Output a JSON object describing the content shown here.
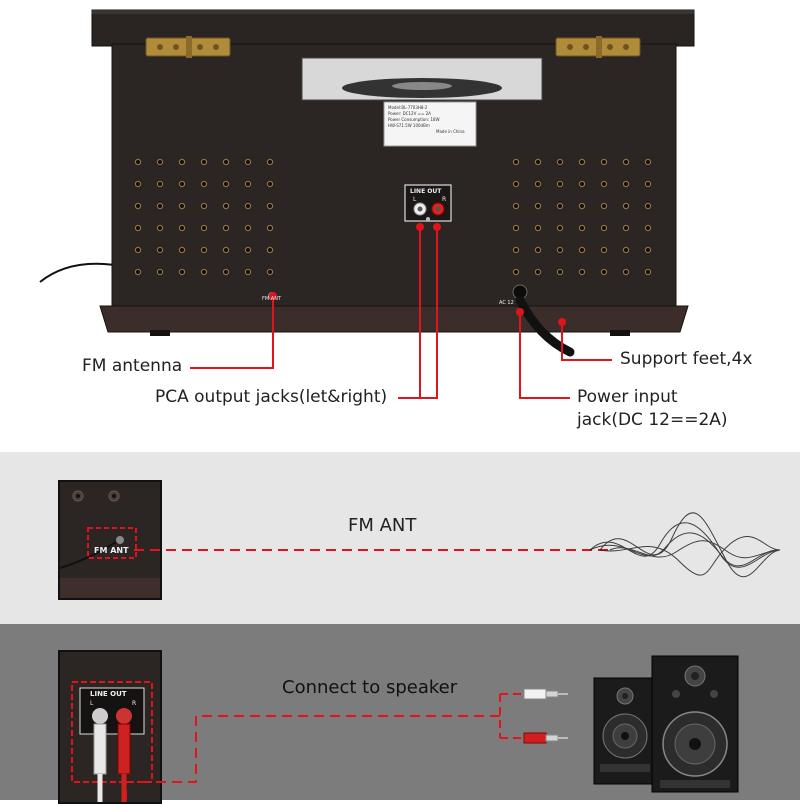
{
  "callouts": {
    "fm_antenna": "FM antenna",
    "output_jacks": "PCA output jacks(let&right)",
    "support_feet": "Support feet,4x",
    "power_line1": "Power input",
    "power_line2": "jack(DC 12==2A)"
  },
  "panel_labels": {
    "line_out": "LINE OUT",
    "left": "L",
    "right": "R",
    "fm_ant_small": "FM ANT",
    "ac_in": "AC 12"
  },
  "rating_label": {
    "lines": [
      "Model:BL-7703H8-2",
      "Power: DC12V == 2A",
      "Power Consumption: 18W",
      "HW-S71.5W 100dBm",
      "Made in China"
    ]
  },
  "fm_section": {
    "title": "FM ANT",
    "thumb_label": "FM ANT"
  },
  "speaker_section": {
    "title": "Connect to speaker",
    "thumb_label": "LINE OUT",
    "thumb_left": "L",
    "thumb_right": "R"
  },
  "colors": {
    "callout_red": "#e0141b",
    "cabinet": "#2b2624",
    "band_light": "#e6e6e6",
    "band_dark": "#7c7c7c"
  }
}
